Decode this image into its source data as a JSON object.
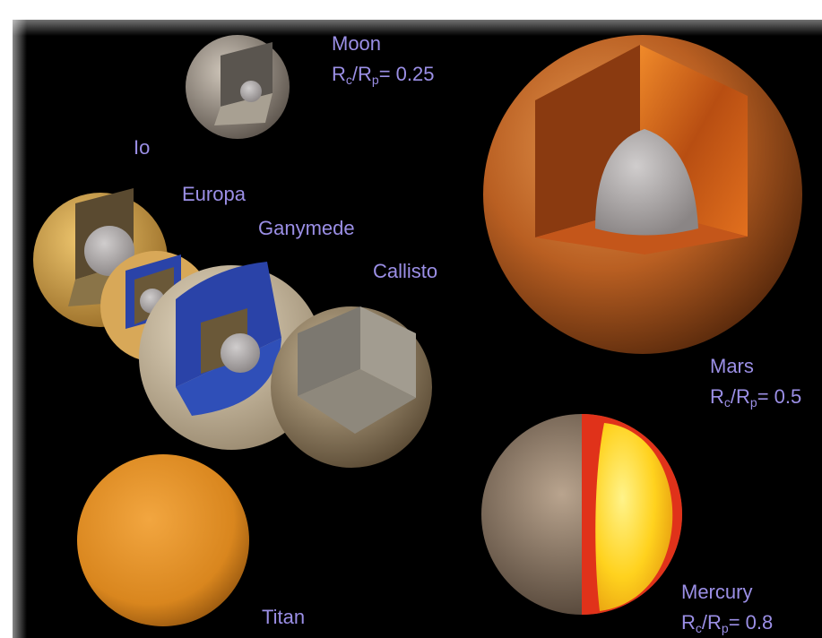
{
  "labels": {
    "moon": "Moon",
    "io": "Io",
    "europa": "Europa",
    "ganymede": "Ganymede",
    "callisto": "Callisto",
    "mars": "Mars",
    "mercury": "Mercury",
    "titan": "Titan"
  },
  "ratios": {
    "moon": {
      "prefix": "R",
      "sub1": "c",
      "slash": "/R",
      "sub2": "p",
      "value": "= 0.25"
    },
    "mars": {
      "prefix": "R",
      "sub1": "c",
      "slash": "/R",
      "sub2": "p",
      "value": "= 0.5"
    },
    "mercury": {
      "prefix": "R",
      "sub1": "c",
      "slash": "/R",
      "sub2": "p",
      "value": "= 0.8"
    }
  },
  "colors": {
    "label": "#9b8fe6",
    "background": "#000000",
    "mars_surface": "#c06a2a",
    "mars_mantle": "#d2681c",
    "core_gray": "#a8a4a4",
    "ice_blue": "#2a43a8",
    "titan_orange": "#d98a22",
    "mercury_core": "#ffd52a",
    "mercury_rim": "#e0321a"
  }
}
